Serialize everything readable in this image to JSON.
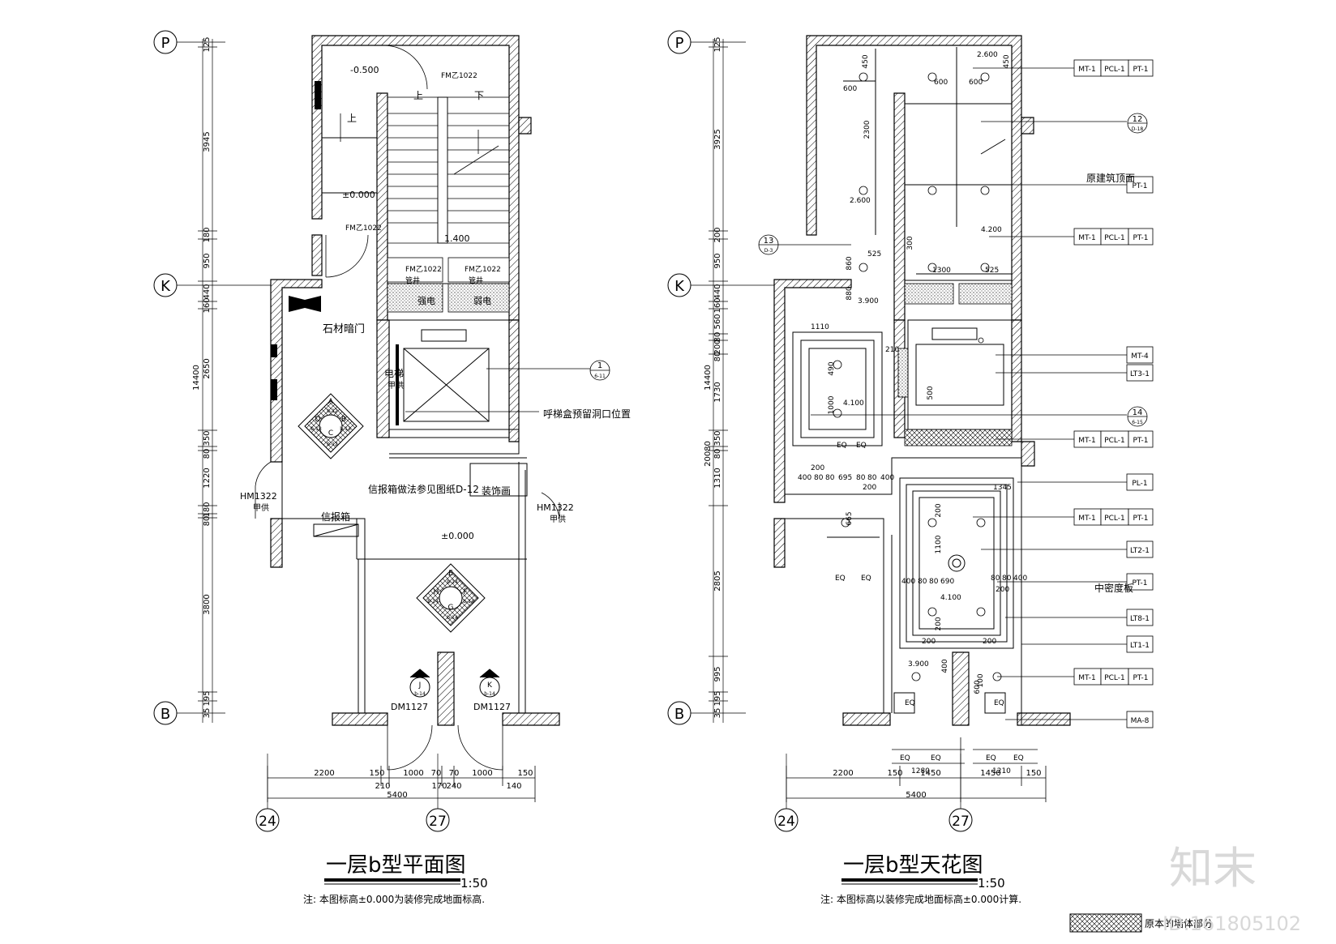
{
  "left_plan": {
    "title": "一层b型平面图",
    "scale": "1:50",
    "note": "注: 本图标高±0.000为装修完成地面标高.",
    "grid_rows": [
      "P",
      "K",
      "B"
    ],
    "grid_cols": [
      "24",
      "27"
    ],
    "vert_dims": [
      "125",
      "3945",
      "180",
      "950",
      "440",
      "160",
      "2650",
      "350",
      "80",
      "1220",
      "180",
      "80",
      "3800",
      "195",
      "35"
    ],
    "vert_total": "14400",
    "horiz_dims_top": [
      "2200",
      "150",
      "1000",
      "70",
      "70",
      "1000",
      "150"
    ],
    "horiz_dims_mid": [
      "210",
      "170",
      "240",
      "140"
    ],
    "horiz_total": "5400",
    "labels": {
      "elev1": "-0.500",
      "elev2": "±0.000",
      "elev3": "±0.000",
      "door1": "FM乙1022",
      "door2": "FM乙1022",
      "door3": "FM乙1022",
      "door4": "FM乙1022",
      "pipe1": "管井",
      "pipe2": "管井",
      "fire1": "强电",
      "fire2": "弱电",
      "up1": "上",
      "up2": "上",
      "down": "下",
      "stair_w": "1.400",
      "stone_door": "石材暗门",
      "elev_lab": "电梯",
      "elev_lab2": "甲供",
      "call_box": "呼梯盒预留洞口位置",
      "mailbox_note": "信报箱做法参见图纸D-12",
      "deco": "装饰画",
      "mailbox": "信报箱",
      "hm_left": "HM1322",
      "hm_left2": "甲供",
      "hm_right": "HM1322",
      "hm_right2": "甲供",
      "dm1": "DM1127",
      "dm2": "DM1127",
      "index1": "1",
      "index1b": "6-11",
      "sym_a": [
        "A",
        "D",
        "B",
        "C"
      ],
      "sym_a_sub": [
        "b-12",
        "b-13",
        "b-13",
        "b-12"
      ],
      "sym_e": [
        "E",
        "H",
        "F",
        "G"
      ],
      "sym_e_sub": [
        "b-14",
        "b-14",
        "b-14",
        "b-14"
      ],
      "sym_j": "J",
      "sym_j_sub": "b-14",
      "sym_k": "K",
      "sym_k_sub": "b-14"
    }
  },
  "right_plan": {
    "title": "一层b型天花图",
    "scale": "1:50",
    "note": "注: 本图标高以装修完成地面标高±0.000计算.",
    "grid_rows": [
      "P",
      "K",
      "B"
    ],
    "grid_cols": [
      "24",
      "27"
    ],
    "vert_dims": [
      "125",
      "3925",
      "200",
      "950",
      "440",
      "160",
      "560",
      "80",
      "200",
      "80",
      "1730",
      "350",
      "80",
      "1310",
      "2805",
      "995",
      "195",
      "35"
    ],
    "vert_total_a": "14400",
    "vert_total_b": "20080",
    "horiz_dims": [
      "2200",
      "150",
      "1450",
      "1450",
      "150"
    ],
    "horiz_total": "5400",
    "dims": [
      "450",
      "2.600",
      "450",
      "600",
      "600",
      "600",
      "2300",
      "2.600",
      "4.200",
      "300",
      "1300",
      "525",
      "525",
      "860",
      "880",
      "3.900",
      "1110",
      "210",
      "490",
      "1000",
      "4.100",
      "500",
      "200",
      "400",
      "80",
      "80",
      "695",
      "80",
      "80",
      "400",
      "200",
      "665",
      "1345",
      "200",
      "1100",
      "400",
      "80",
      "80",
      "690",
      "80",
      "80",
      "400",
      "200",
      "4.100",
      "200",
      "200",
      "200",
      "3.900",
      "600",
      "400",
      "100",
      "EQ",
      "EQ",
      "EQ",
      "EQ",
      "EQ",
      "EQ",
      "EQ",
      "EQ",
      "1280",
      "1210",
      "EQ",
      "EQ"
    ],
    "tags": [
      [
        "MT-1",
        "PCL-1",
        "PT-1"
      ],
      [
        "PT-1"
      ],
      [
        "MT-1",
        "PCL-1",
        "PT-1"
      ],
      [
        "MT-4"
      ],
      [
        "LT3-1"
      ],
      [
        "MT-1",
        "PCL-1",
        "PT-1"
      ],
      [
        "PL-1"
      ],
      [
        "MT-1",
        "PCL-1",
        "PT-1"
      ],
      [
        "LT2-1"
      ],
      [
        "PT-1"
      ],
      [
        "LT8-1"
      ],
      [
        "LT1-1"
      ],
      [
        "MT-1",
        "PCL-1",
        "PT-1"
      ],
      [
        "MA-8"
      ]
    ],
    "ceiling_note": "原建筑顶面",
    "board_note": "中密度板",
    "idx12": "12",
    "idx12b": "D-18",
    "idx13": "13",
    "idx13b": "D-3",
    "idx14": "14",
    "idx14b": "6-15"
  },
  "legend": {
    "text": "原本的墙体部分"
  },
  "watermark": {
    "brand": "知末",
    "id": "ID:161805102"
  }
}
